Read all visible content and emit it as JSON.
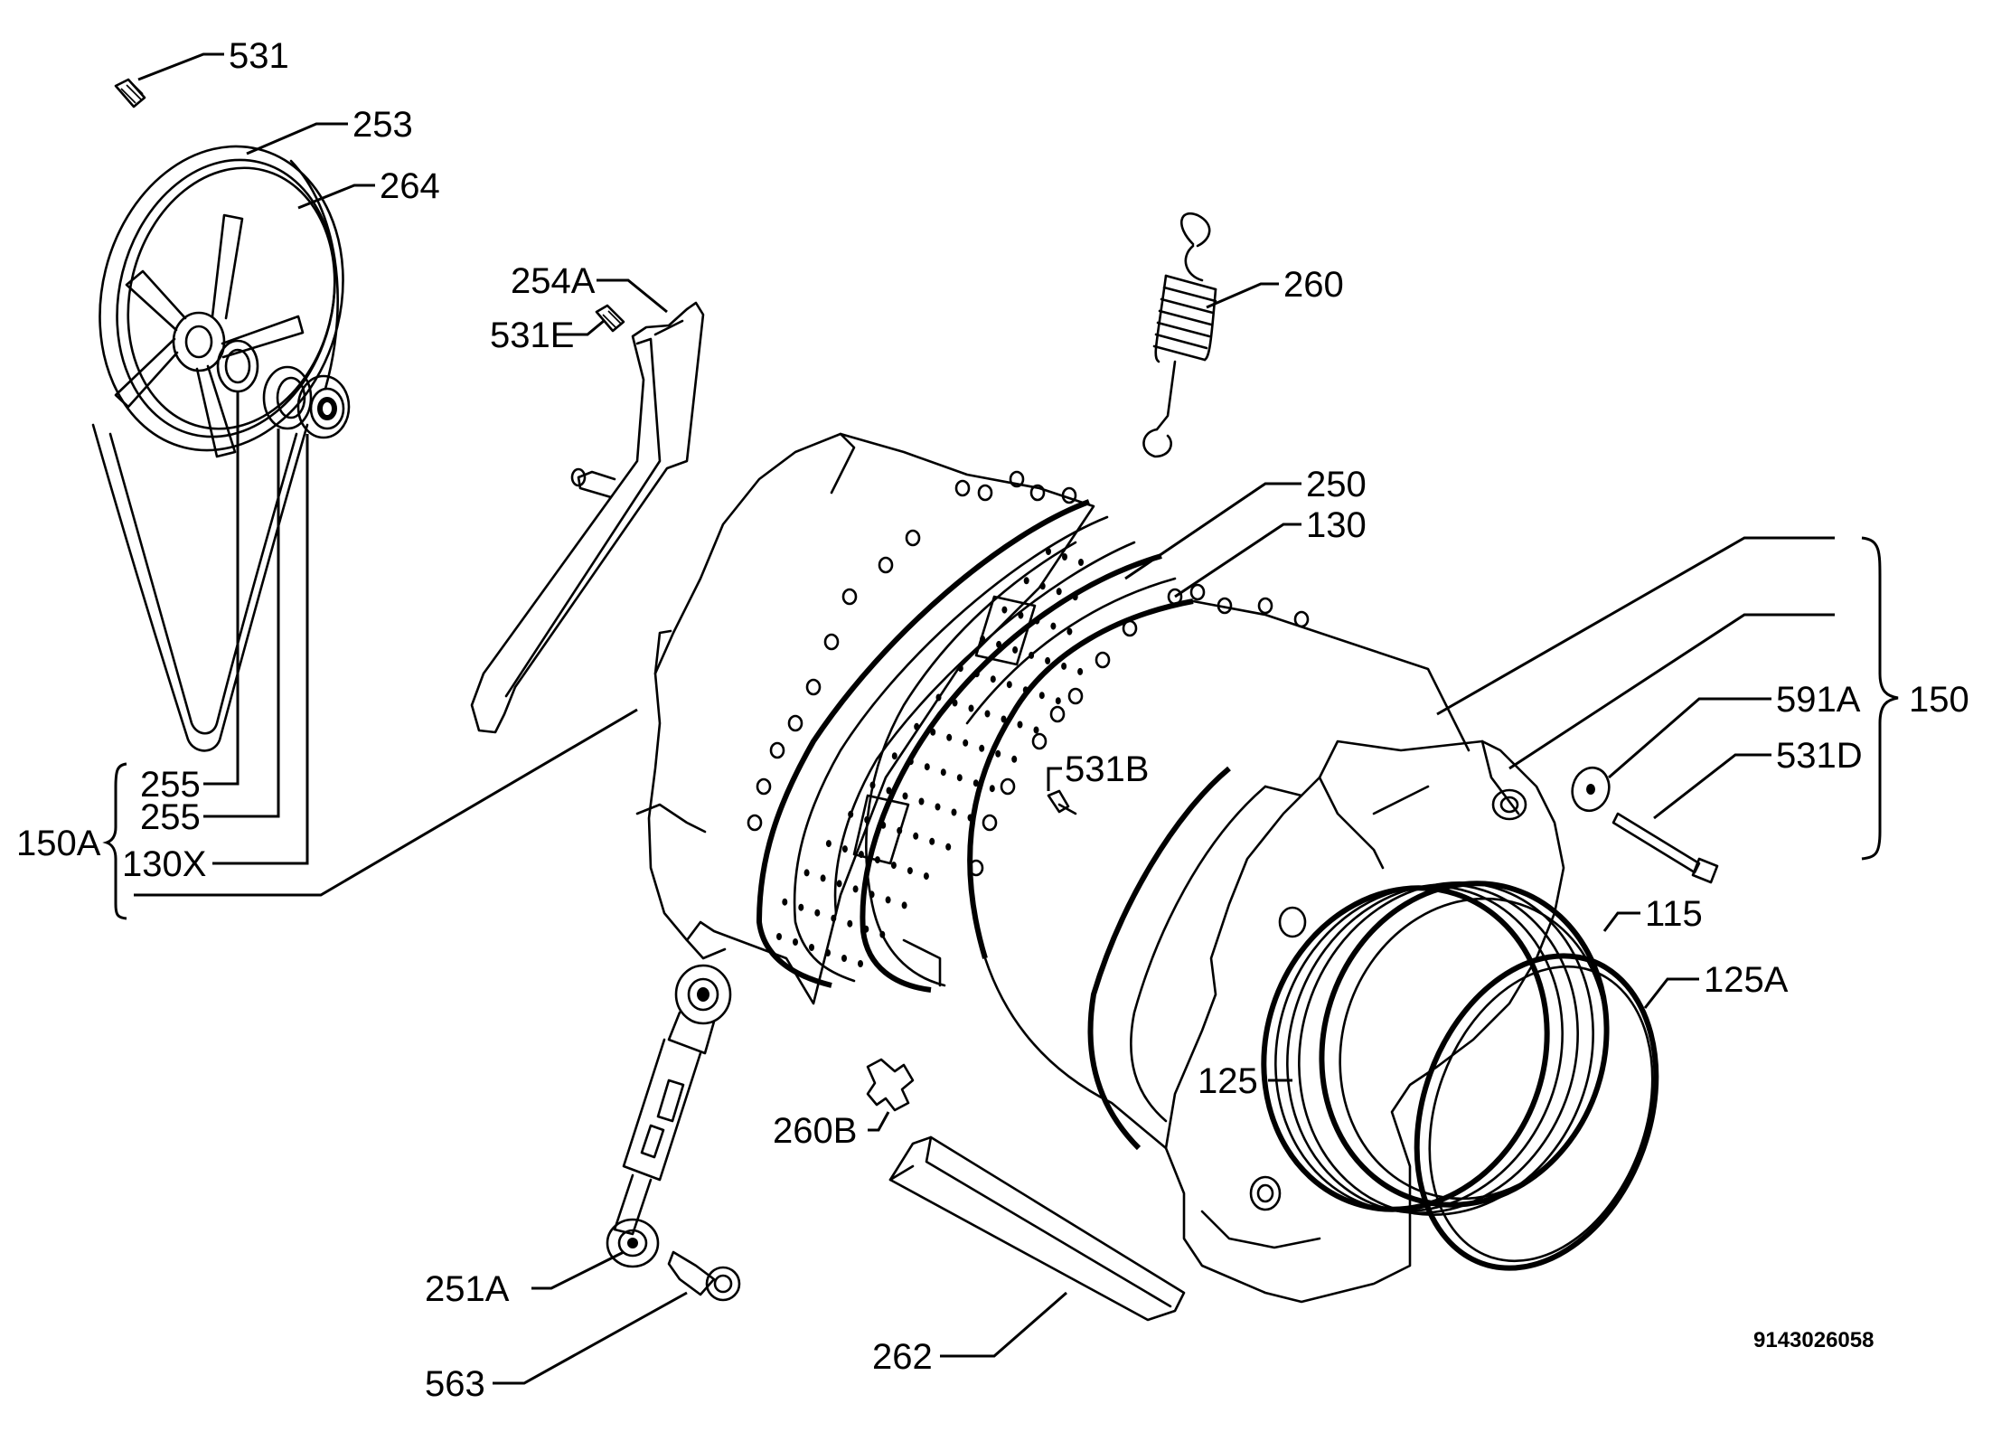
{
  "labels": {
    "p531": "531",
    "p253": "253",
    "p264": "264",
    "p254A": "254A",
    "p531E": "531E",
    "p260": "260",
    "p250": "250",
    "p130": "130",
    "p150": "150",
    "p591A": "591A",
    "p531D": "531D",
    "p531B": "531B",
    "p255a": "255",
    "p255b": "255",
    "p150A": "150A",
    "p130X": "130X",
    "p115": "115",
    "p125A": "125A",
    "p125": "125",
    "p260B": "260B",
    "p251A": "251A",
    "p563": "563",
    "p262": "262"
  },
  "drawing_code": "9143026058"
}
